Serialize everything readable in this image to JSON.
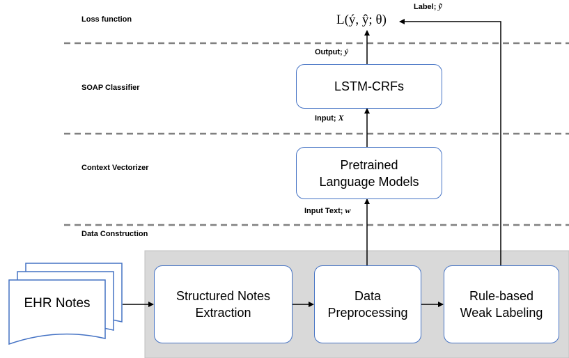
{
  "layers": {
    "loss": "Loss function",
    "classifier": "SOAP Classifier",
    "vectorizer": "Context Vectorizer",
    "construction": "Data Construction"
  },
  "formula": "L(ý, ŷ; θ)",
  "labels": {
    "label_prefix": "Label;",
    "label_symbol": "ỹ",
    "output_prefix": "Output;",
    "output_symbol": "ý",
    "input_prefix": "Input;",
    "input_symbol": "X",
    "input_text_prefix": "Input Text;",
    "input_text_symbol": "w"
  },
  "boxes": {
    "lstm": "LSTM-CRFs",
    "plm_line1": "Pretrained",
    "plm_line2": "Language Models",
    "extract_line1": "Structured Notes",
    "extract_line2": "Extraction",
    "preproc_line1": "Data",
    "preproc_line2": "Preprocessing",
    "weak_line1": "Rule-based",
    "weak_line2": "Weak Labeling"
  },
  "ehr": "EHR Notes",
  "colors": {
    "box_border": "#4472c4",
    "dash": "#808080",
    "panel_fill": "#d9d9d9",
    "doc_border": "#4472c4"
  }
}
